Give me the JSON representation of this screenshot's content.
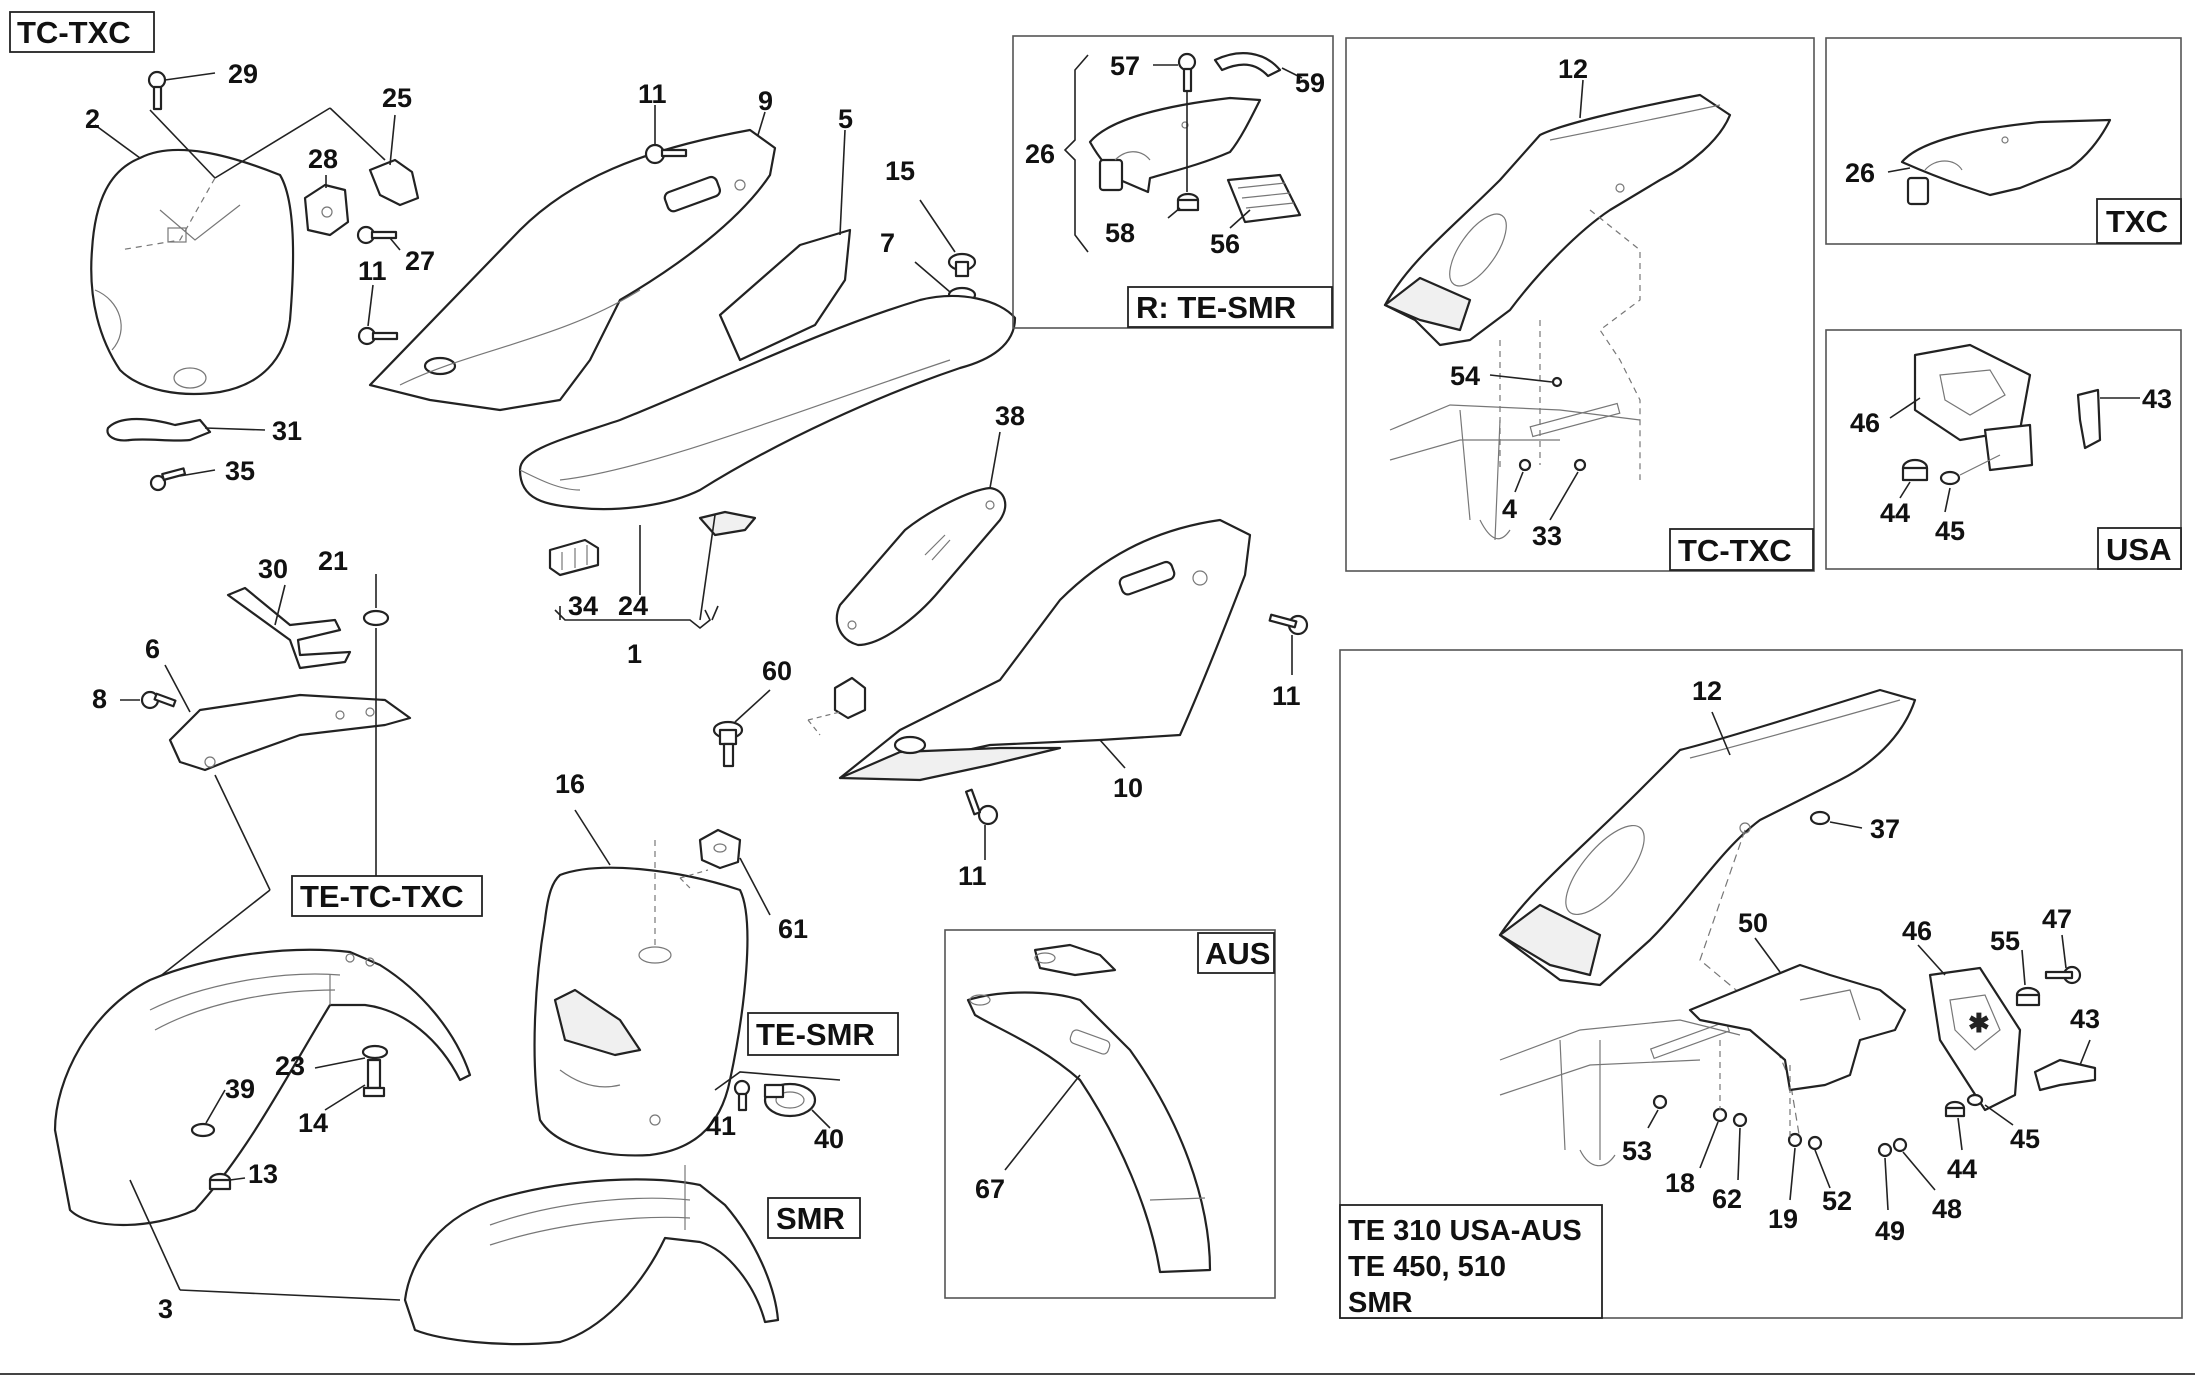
{
  "tags": {
    "tc_txc_top": "TC-TXC",
    "te_tc_txc": "TE-TC-TXC",
    "te_smr": "TE-SMR",
    "smr": "SMR",
    "aus": "AUS",
    "r_te_smr": "R: TE-SMR",
    "tc_txc_panel": "TC-TXC",
    "txc": "TXC",
    "usa": "USA"
  },
  "variant_note": [
    "TE 310 USA-AUS",
    "TE 450, 510",
    "SMR"
  ],
  "callouts": {
    "n1": "1",
    "n2": "2",
    "n3": "3",
    "n4": "4",
    "n5": "5",
    "n6": "6",
    "n7": "7",
    "n8": "8",
    "n9": "9",
    "n10": "10",
    "n11a": "11",
    "n11b": "11",
    "n11c": "11",
    "n11d": "11",
    "n12a": "12",
    "n12b": "12",
    "n13": "13",
    "n14": "14",
    "n15": "15",
    "n16": "16",
    "n18": "18",
    "n19": "19",
    "n21": "21",
    "n23": "23",
    "n24": "24",
    "n25": "25",
    "n26a": "26",
    "n26b": "26",
    "n27": "27",
    "n28": "28",
    "n29": "29",
    "n30": "30",
    "n31": "31",
    "n33": "33",
    "n34": "34",
    "n35": "35",
    "n37": "37",
    "n38": "38",
    "n39": "39",
    "n40": "40",
    "n41": "41",
    "n43a": "43",
    "n43b": "43",
    "n44a": "44",
    "n44b": "44",
    "n45a": "45",
    "n45b": "45",
    "n46a": "46",
    "n46b": "46",
    "n47": "47",
    "n48": "48",
    "n49": "49",
    "n50": "50",
    "n52": "52",
    "n53": "53",
    "n54": "54",
    "n55": "55",
    "n56": "56",
    "n57": "57",
    "n58": "58",
    "n59": "59",
    "n60": "60",
    "n61": "61",
    "n62": "62",
    "n67": "67"
  }
}
